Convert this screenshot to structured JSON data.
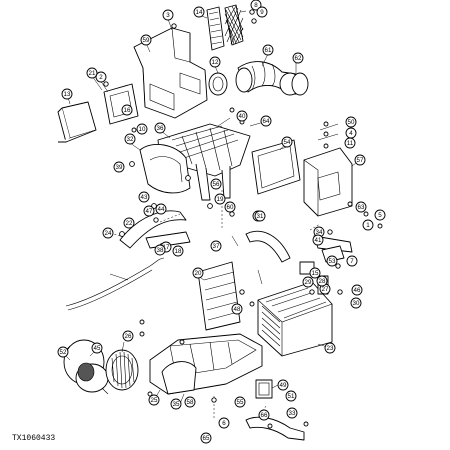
{
  "figure_id": "TX1060433",
  "callouts": [
    "3",
    "14",
    "8",
    "9",
    "59",
    "61",
    "12",
    "62",
    "2",
    "21",
    "13",
    "16",
    "40",
    "64",
    "50",
    "4",
    "11",
    "10",
    "32",
    "36",
    "39",
    "56",
    "22",
    "57",
    "24",
    "60",
    "34",
    "43",
    "42",
    "44",
    "63",
    "1",
    "5",
    "7",
    "47",
    "17",
    "20",
    "46",
    "48",
    "54",
    "58",
    "19",
    "37",
    "38",
    "41",
    "55",
    "27",
    "18",
    "45",
    "35",
    "26",
    "25",
    "49",
    "23",
    "15",
    "29",
    "28",
    "30",
    "31",
    "51",
    "53",
    "52",
    "6",
    "65",
    "66",
    "33"
  ]
}
